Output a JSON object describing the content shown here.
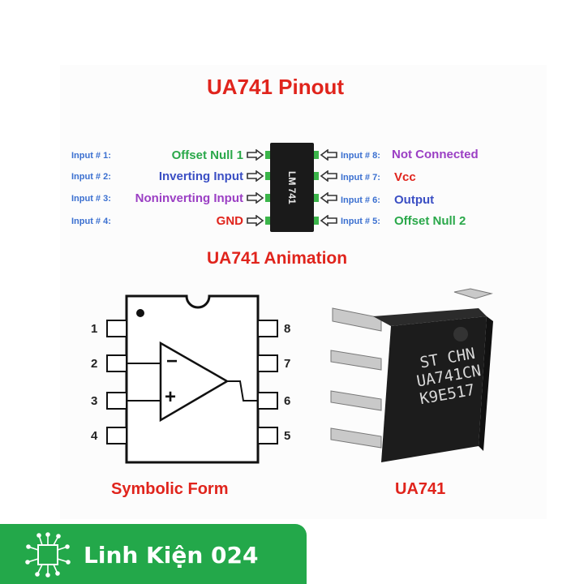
{
  "title": "UA741 Pinout",
  "left_pins": [
    {
      "label": "Input # 1:",
      "name": "Offset Null 1",
      "color": "#2aa84a"
    },
    {
      "label": "Input # 2:",
      "name": "Inverting Input",
      "color": "#3b4fc4"
    },
    {
      "label": "Input # 3:",
      "name": "Noninverting Input",
      "color": "#9b3fc4"
    },
    {
      "label": "Input # 4:",
      "name": "GND",
      "color": "#e0241c"
    }
  ],
  "right_pins": [
    {
      "label": "Input # 8:",
      "name": "Not Connected",
      "color": "#9b3fc4"
    },
    {
      "label": "Input # 7:",
      "name": "Vcc",
      "color": "#e0241c"
    },
    {
      "label": "Input # 6:",
      "name": "Output",
      "color": "#3b4fc4"
    },
    {
      "label": "Input # 5:",
      "name": "Offset Null 2",
      "color": "#2aa84a"
    }
  ],
  "chip_text": "LM 741",
  "subtitle": "UA741 Animation",
  "symbol": {
    "pin_numbers_left": [
      "1",
      "2",
      "3",
      "4"
    ],
    "pin_numbers_right": [
      "8",
      "7",
      "6",
      "5"
    ],
    "minus": "−",
    "plus": "+"
  },
  "captions": {
    "symbolic": "Symbolic Form",
    "photo": "UA741"
  },
  "photo_chip_text": [
    "ST CHN",
    "UA741CN",
    "K9E517"
  ],
  "footer": {
    "brand": "Linh Kiện 024",
    "color": "#23a84a"
  }
}
